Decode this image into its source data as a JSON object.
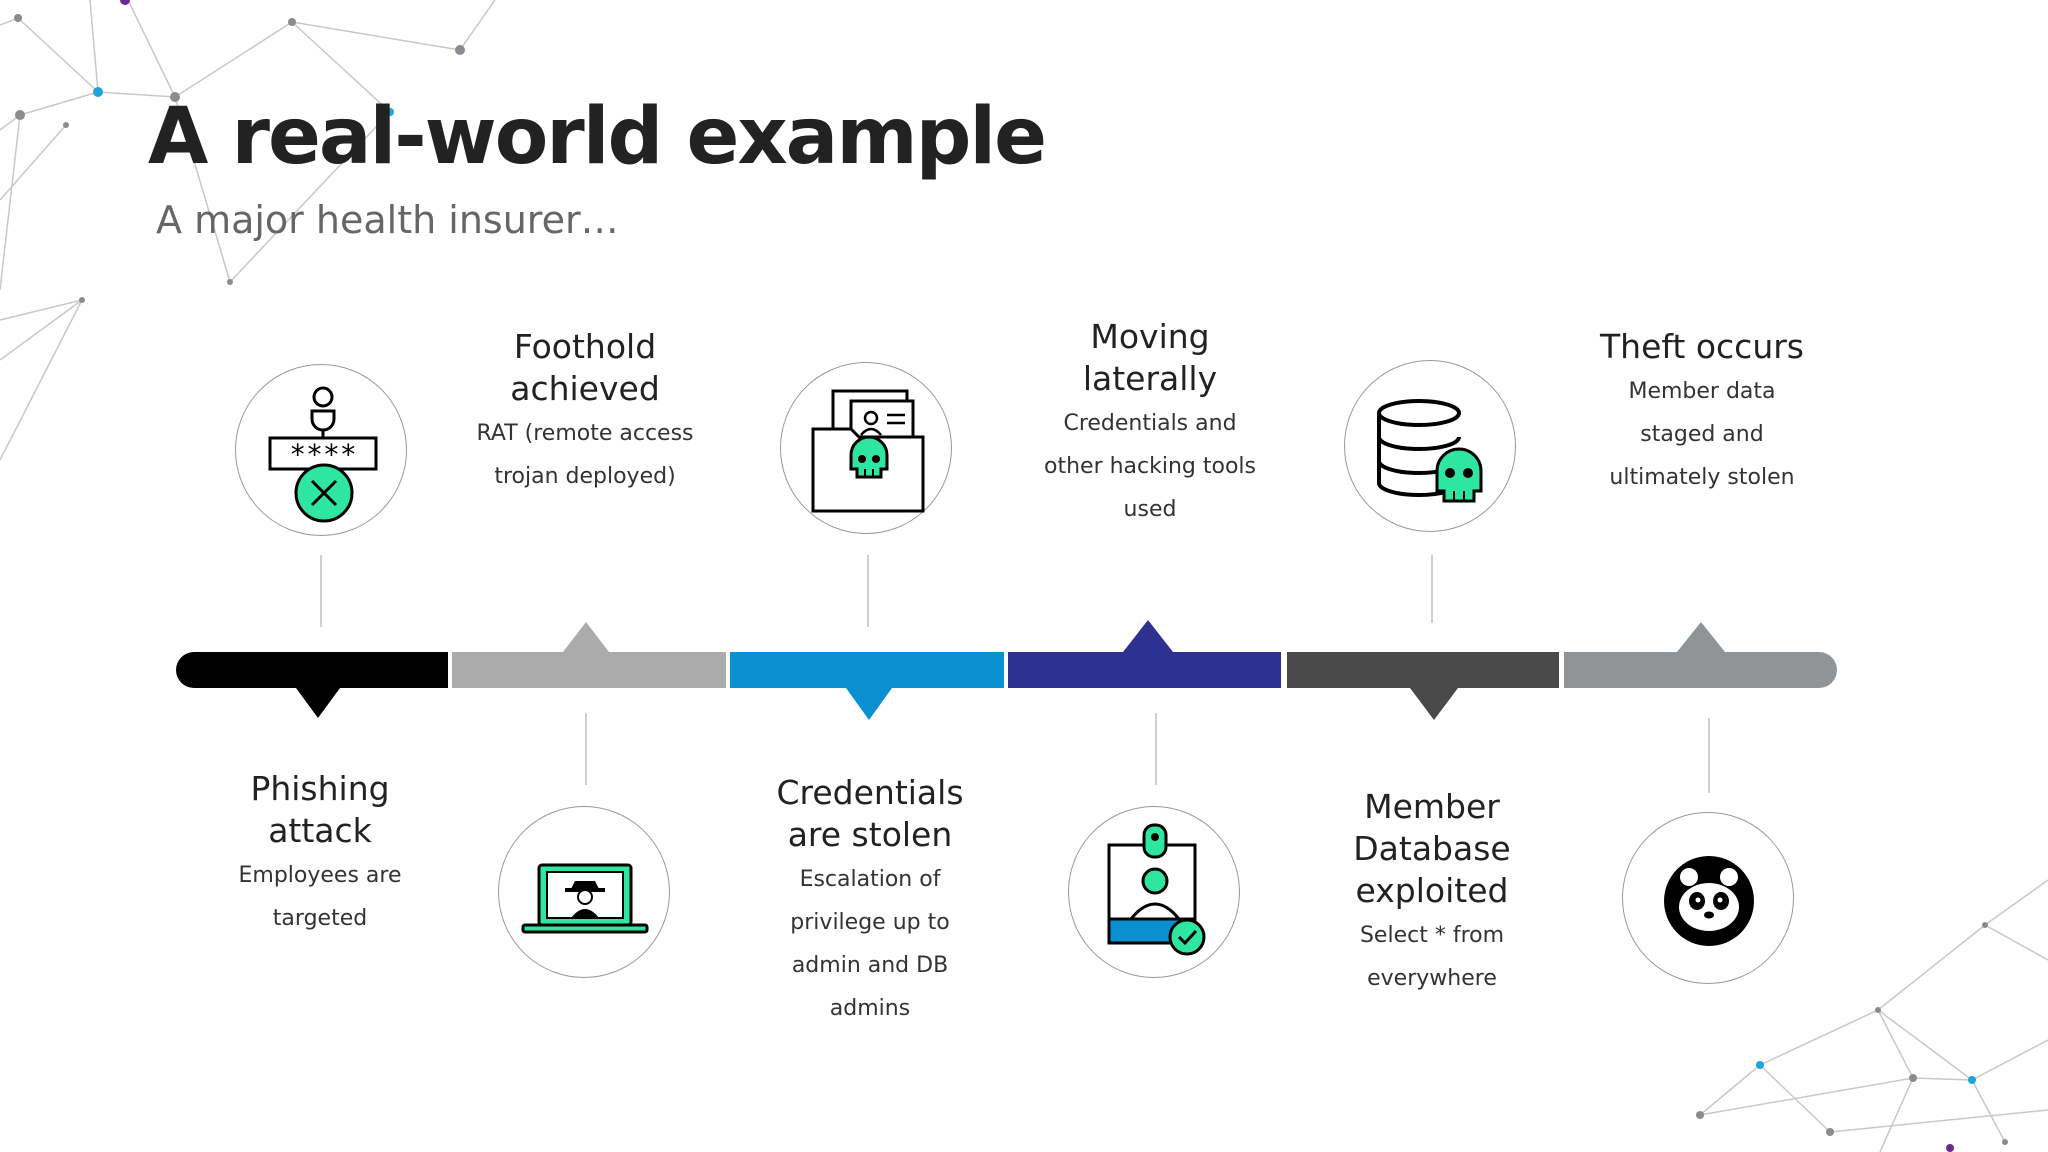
{
  "title": "A real-world example",
  "subtitle": "A major health insurer…",
  "colors": {
    "seg1": "#000000",
    "seg2": "#ababab",
    "seg3": "#0a8fd0",
    "seg4": "#2e3192",
    "seg5": "#4a4a4a",
    "seg6": "#909497",
    "icon_accent": "#2ee6a0"
  },
  "steps": [
    {
      "title_lines": [
        "Phishing",
        "attack"
      ],
      "desc_lines": [
        "Employees are",
        "targeted"
      ],
      "icon": "password-error-icon"
    },
    {
      "title_lines": [
        "Foothold",
        "achieved"
      ],
      "desc_lines": [
        "RAT (remote access",
        "trojan deployed)"
      ],
      "icon": "hacker-laptop-icon"
    },
    {
      "title_lines": [
        "Credentials",
        "are stolen"
      ],
      "desc_lines": [
        "Escalation of",
        "privilege up to",
        "admin and DB",
        "admins"
      ],
      "icon": "infected-folder-icon"
    },
    {
      "title_lines": [
        "Moving",
        "laterally"
      ],
      "desc_lines": [
        "Credentials and",
        "other hacking tools",
        "used"
      ],
      "icon": "user-badge-icon"
    },
    {
      "title_lines": [
        "Member",
        "Database",
        "exploited"
      ],
      "desc_lines": [
        "Select * from",
        "everywhere"
      ],
      "icon": "database-skull-icon"
    },
    {
      "title_lines": [
        "Theft occurs"
      ],
      "desc_lines": [
        "Member data",
        "staged and",
        "ultimately stolen"
      ],
      "icon": "panda-icon"
    }
  ]
}
